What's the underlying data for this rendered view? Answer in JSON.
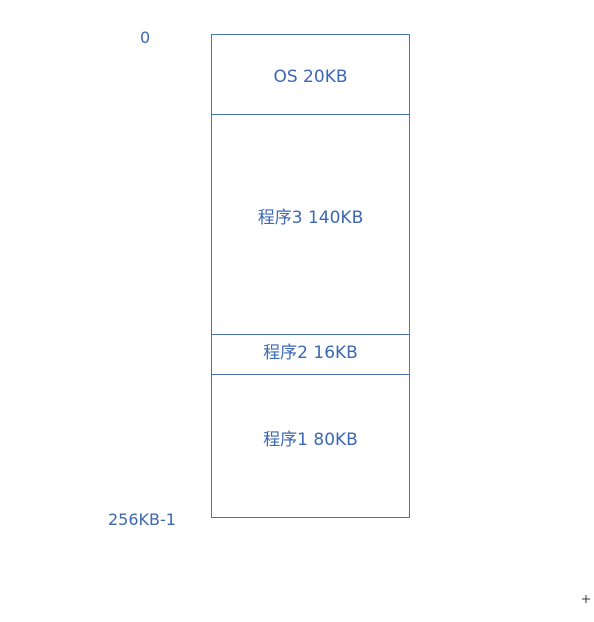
{
  "addresses": {
    "start": "0",
    "end": "256KB-1"
  },
  "segments": [
    {
      "label": "OS 20KB"
    },
    {
      "label": "程序3 140KB"
    },
    {
      "label": "程序2 16KB"
    },
    {
      "label": "程序1 80KB"
    }
  ],
  "colors": {
    "text": "#3d68b4",
    "border": "#4b70b8"
  },
  "icons": {
    "cursor": "crosshair-cursor-icon"
  }
}
